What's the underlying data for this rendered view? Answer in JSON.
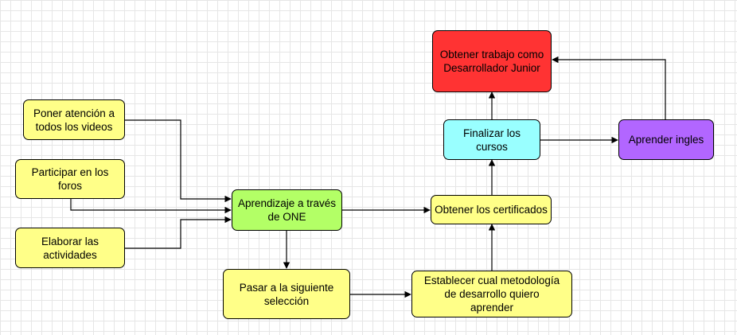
{
  "nodes": {
    "poner": {
      "label": "Poner atención a todos los videos",
      "color": "#ffff88"
    },
    "participar": {
      "label": "Participar en los foros",
      "color": "#ffff88"
    },
    "elaborar": {
      "label": "Elaborar las actividades",
      "color": "#ffff88"
    },
    "aprendizaje": {
      "label": "Aprendizaje a través de ONE",
      "color": "#b3ff66"
    },
    "pasar": {
      "label": "Pasar a la siguiente selección",
      "color": "#ffff88"
    },
    "establecer": {
      "label": "Establecer cual metodología\nde desarrollo quiero\naprender",
      "color": "#ffff88"
    },
    "obtener_cert": {
      "label": "Obtener los certificados",
      "color": "#ffff88"
    },
    "finalizar": {
      "label": "Finalizar los cursos",
      "color": "#99ffff"
    },
    "aprender": {
      "label": "Aprender  ingles",
      "color": "#b266ff"
    },
    "trabajo": {
      "label": "Obtener trabajo como Desarrollador Junior",
      "color": "#ff3333"
    }
  },
  "edges": [
    [
      "poner",
      "aprendizaje"
    ],
    [
      "participar",
      "aprendizaje"
    ],
    [
      "elaborar",
      "aprendizaje"
    ],
    [
      "aprendizaje",
      "obtener_cert"
    ],
    [
      "aprendizaje",
      "pasar"
    ],
    [
      "pasar",
      "establecer"
    ],
    [
      "establecer",
      "obtener_cert"
    ],
    [
      "obtener_cert",
      "finalizar"
    ],
    [
      "finalizar",
      "aprender"
    ],
    [
      "finalizar",
      "trabajo"
    ],
    [
      "aprender",
      "trabajo"
    ]
  ]
}
